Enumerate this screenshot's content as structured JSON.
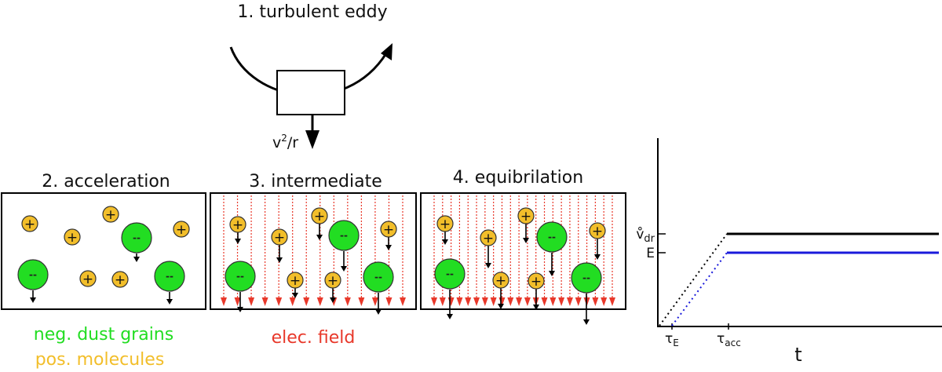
{
  "title": "1. turbulent eddy",
  "eddy": {
    "force_label_base": "v",
    "force_label_sup": "2",
    "force_label_tail": "/r"
  },
  "panels": [
    {
      "label": "2. acceleration",
      "field_lines": 0
    },
    {
      "label": "3. intermediate",
      "field_lines": 14
    },
    {
      "label": "4. equibrilation",
      "field_lines": 22
    }
  ],
  "symbols": {
    "positive": "+",
    "negative": "--"
  },
  "legend": {
    "dust": "neg. dust grains",
    "molecules": "pos. molecules",
    "field": "elec. field"
  },
  "colors": {
    "dust": "#22dd22",
    "molecule": "#f2be2a",
    "field": "#e8382a",
    "black_line": "#000000",
    "blue_line": "#1a1adb"
  },
  "graph": {
    "xlabel": "t",
    "tick_e": {
      "base": "τ",
      "sub": "E"
    },
    "tick_acc": {
      "base": "τ",
      "sub": "acc"
    },
    "y_vdr": {
      "base": "v̊",
      "sub": "dr"
    },
    "y_E": "E"
  }
}
